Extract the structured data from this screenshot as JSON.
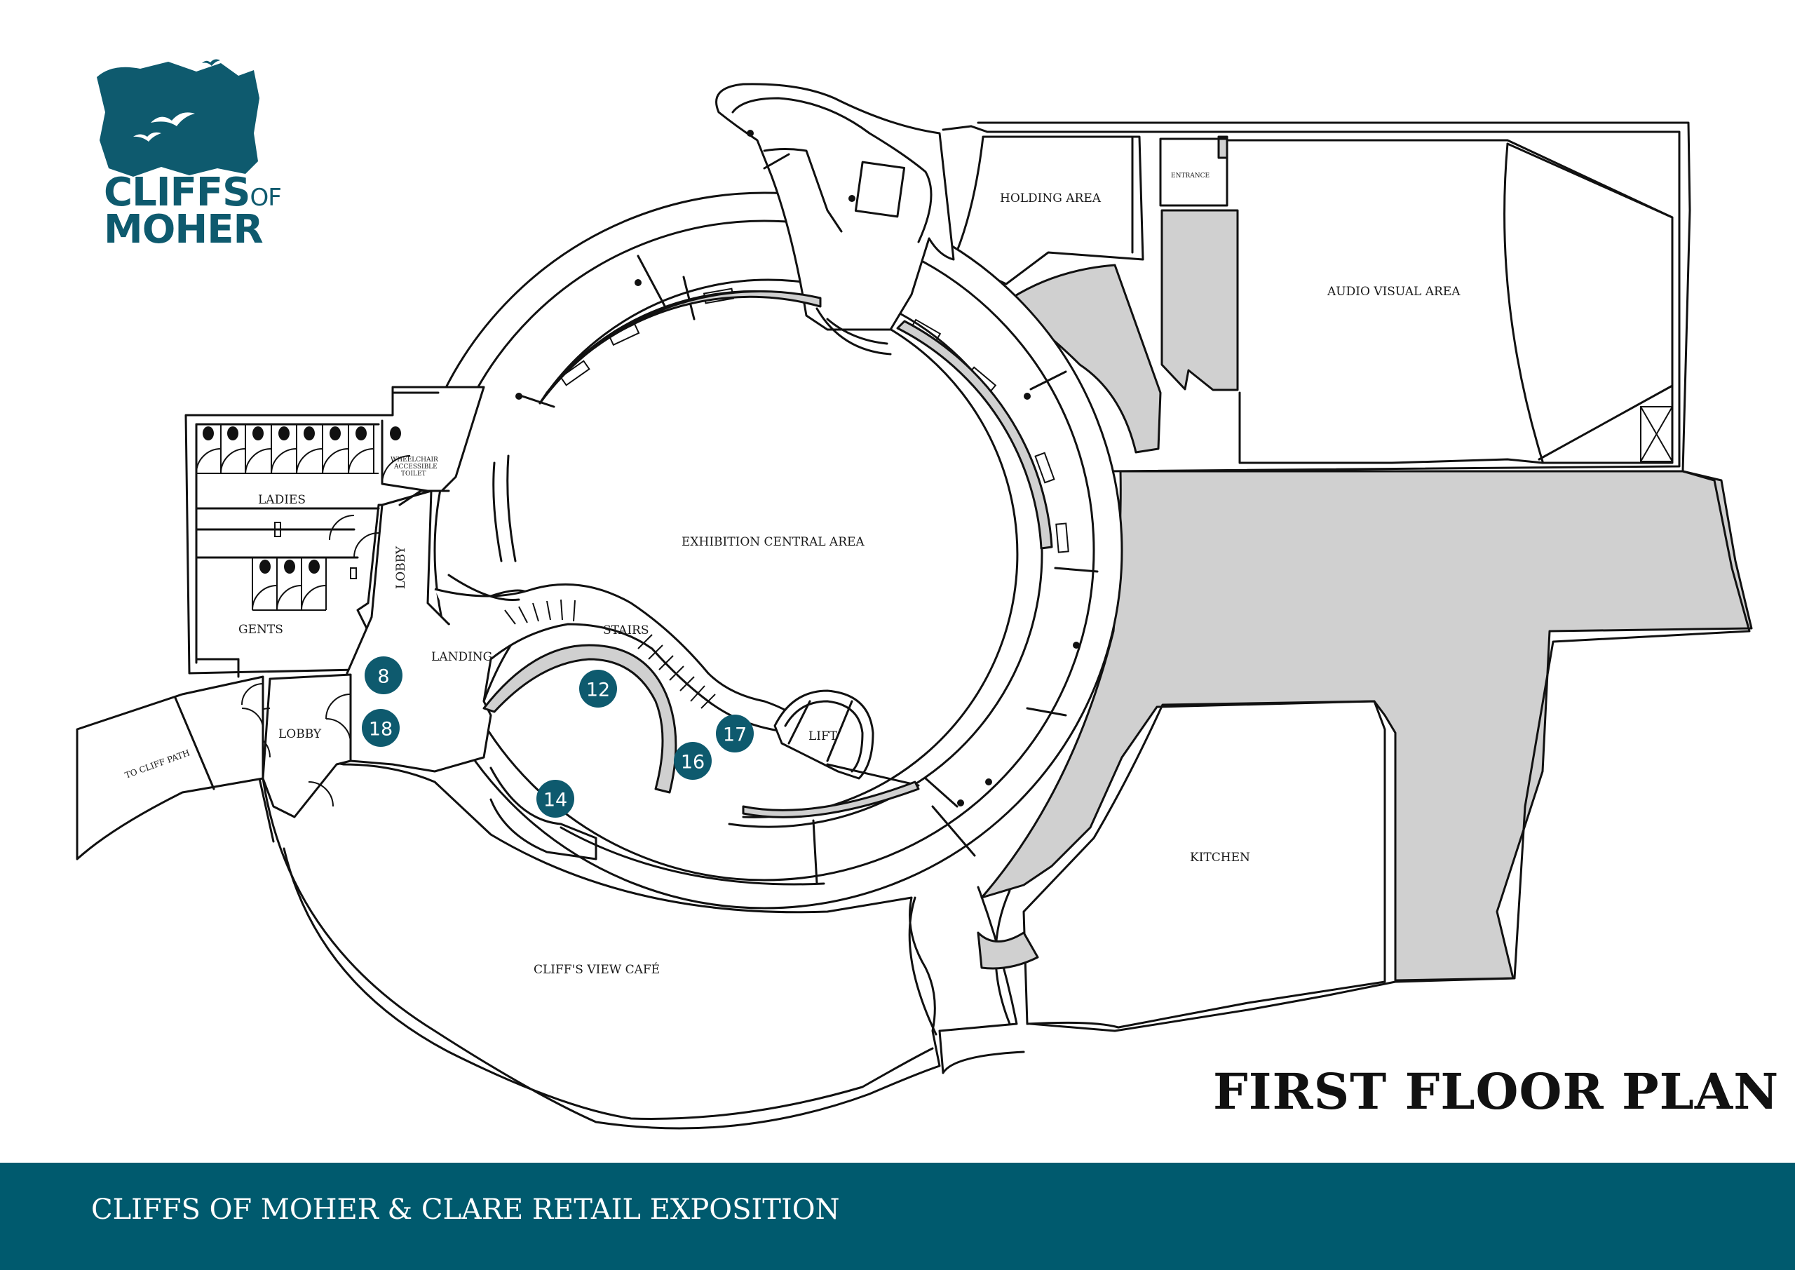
{
  "brand": {
    "name_line1": "CLIFFS",
    "name_of": "OF",
    "name_line2": "MOHER",
    "color": "#0e5a6e"
  },
  "title": "FIRST FLOOR PLAN",
  "footer": {
    "text": "CLIFFS OF MOHER & CLARE RETAIL EXPOSITION",
    "color": "#005a6e"
  },
  "areas": {
    "holding": "HOLDING AREA",
    "entrance": "ENTRANCE",
    "audio_visual": "AUDIO VISUAL AREA",
    "exhibition": "EXHIBITION CENTRAL AREA",
    "wheelchair": "WHEELCHAIR",
    "accessible": "ACCESSIBLE",
    "toilet": "TOILET",
    "ladies": "LADIES",
    "lobby_vertical": "LOBBY",
    "gents": "GENTS",
    "landing": "LANDING",
    "stairs": "STAIRS",
    "lobby": "LOBBY",
    "to_cliff_path": "TO CLIFF PATH",
    "lift": "LIFT",
    "kitchen": "KITCHEN",
    "cafe": "CLIFF'S VIEW CAFÉ"
  },
  "markers": {
    "color": "#0e5a6e",
    "m8": "8",
    "m18": "18",
    "m12": "12",
    "m17": "17",
    "m16": "16",
    "m14": "14"
  }
}
